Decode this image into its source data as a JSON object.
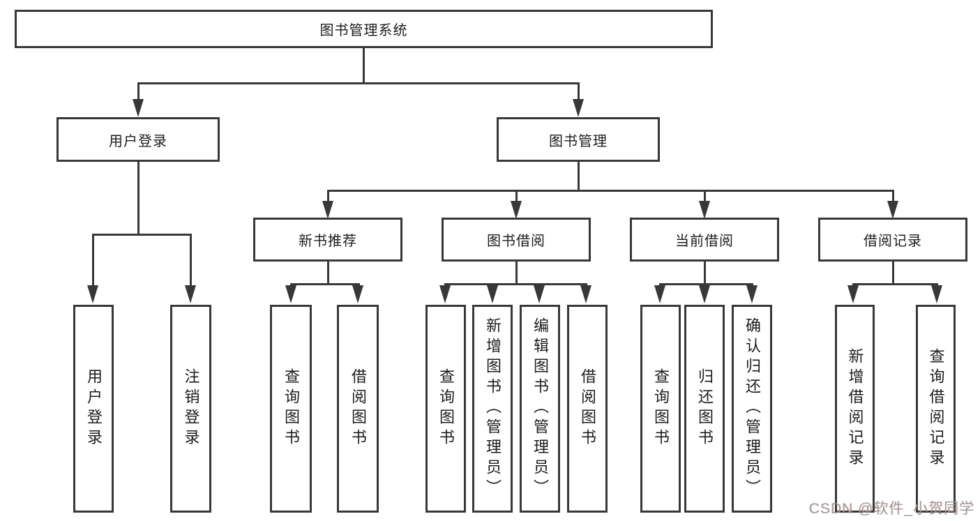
{
  "tree": {
    "root": {
      "label": "图书管理系统"
    },
    "level2": [
      {
        "label": "用户登录",
        "children": [
          {
            "label": "用户登录"
          },
          {
            "label": "注销登录"
          }
        ]
      },
      {
        "label": "图书管理",
        "children": [
          {
            "label": "新书推荐",
            "children": [
              {
                "label": "查询图书"
              },
              {
                "label": "借阅图书"
              }
            ]
          },
          {
            "label": "图书借阅",
            "children": [
              {
                "label": "查询图书"
              },
              {
                "label": "新增图书（管理员）"
              },
              {
                "label": "编辑图书（管理员）"
              },
              {
                "label": "借阅图书"
              }
            ]
          },
          {
            "label": "当前借阅",
            "children": [
              {
                "label": "查询图书"
              },
              {
                "label": "归还图书"
              },
              {
                "label": "确认归还（管理员）"
              }
            ]
          },
          {
            "label": "借阅记录",
            "children": [
              {
                "label": "新增借阅记录"
              },
              {
                "label": "查询借阅记录"
              }
            ]
          }
        ]
      }
    ]
  },
  "watermark": {
    "text": "CSDN @软件_小贺同学"
  },
  "colors": {
    "line": "#383838",
    "text": "#1c1c1c",
    "background": "#ffffff",
    "watermark": "#9b9b9b"
  }
}
